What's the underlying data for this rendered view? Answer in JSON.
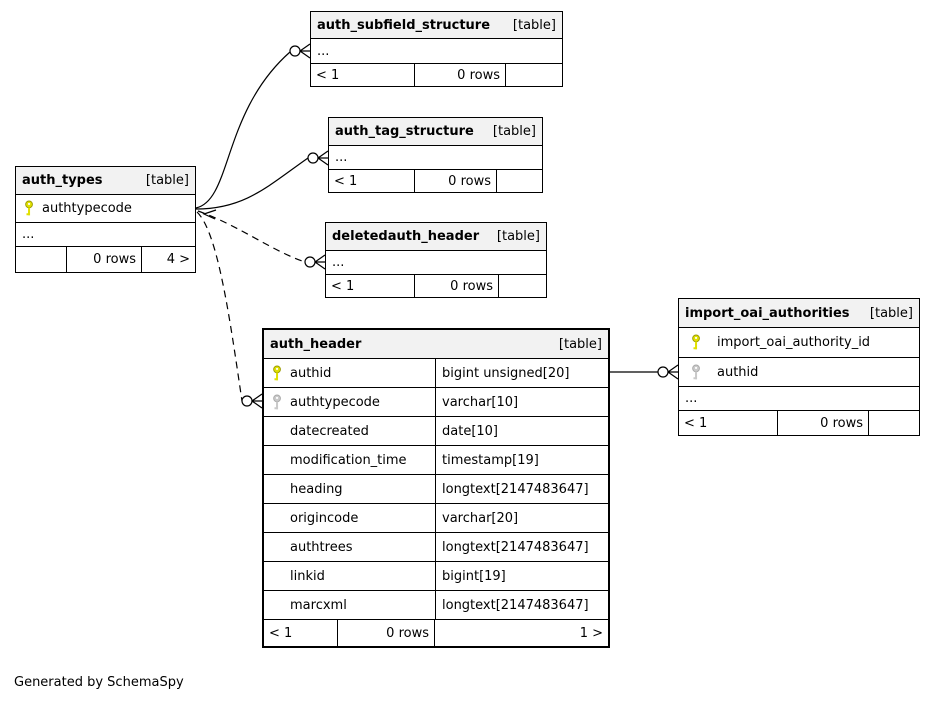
{
  "note": {
    "text": "Generated by SchemaSpy"
  },
  "colors": {
    "primary_key": "#e0e000",
    "primary_key_outline": "#9a9a00",
    "foreign_key": "#c9c9c9",
    "foreign_key_outline": "#a8a8a8",
    "header_bg": "#f2f2f2",
    "border": "#000000"
  },
  "tables": {
    "auth_types": {
      "name": "auth_types",
      "tag": "[table]",
      "columns": [
        {
          "name": "authtypecode",
          "key": "primary"
        }
      ],
      "more": "...",
      "footer": {
        "left": "",
        "center": "0 rows",
        "right": "4 >"
      }
    },
    "auth_subfield_structure": {
      "name": "auth_subfield_structure",
      "tag": "[table]",
      "more": "...",
      "footer": {
        "left": "< 1",
        "center": "0 rows",
        "right": ""
      }
    },
    "auth_tag_structure": {
      "name": "auth_tag_structure",
      "tag": "[table]",
      "more": "...",
      "footer": {
        "left": "< 1",
        "center": "0 rows",
        "right": ""
      }
    },
    "deletedauth_header": {
      "name": "deletedauth_header",
      "tag": "[table]",
      "more": "...",
      "footer": {
        "left": "< 1",
        "center": "0 rows",
        "right": ""
      }
    },
    "auth_header": {
      "name": "auth_header",
      "tag": "[table]",
      "columns": [
        {
          "name": "authid",
          "type": "bigint unsigned[20]",
          "key": "primary"
        },
        {
          "name": "authtypecode",
          "type": "varchar[10]",
          "key": "foreign"
        },
        {
          "name": "datecreated",
          "type": "date[10]",
          "key": "none"
        },
        {
          "name": "modification_time",
          "type": "timestamp[19]",
          "key": "none"
        },
        {
          "name": "heading",
          "type": "longtext[2147483647]",
          "key": "none"
        },
        {
          "name": "origincode",
          "type": "varchar[20]",
          "key": "none"
        },
        {
          "name": "authtrees",
          "type": "longtext[2147483647]",
          "key": "none"
        },
        {
          "name": "linkid",
          "type": "bigint[19]",
          "key": "none"
        },
        {
          "name": "marcxml",
          "type": "longtext[2147483647]",
          "key": "none"
        }
      ],
      "footer": {
        "left": "< 1",
        "center": "0 rows",
        "right": "1 >"
      }
    },
    "import_oai_authorities": {
      "name": "import_oai_authorities",
      "tag": "[table]",
      "columns": [
        {
          "name": "import_oai_authority_id",
          "key": "primary"
        },
        {
          "name": "authid",
          "key": "foreign"
        }
      ],
      "more": "...",
      "footer": {
        "left": "< 1",
        "center": "0 rows",
        "right": ""
      }
    }
  }
}
